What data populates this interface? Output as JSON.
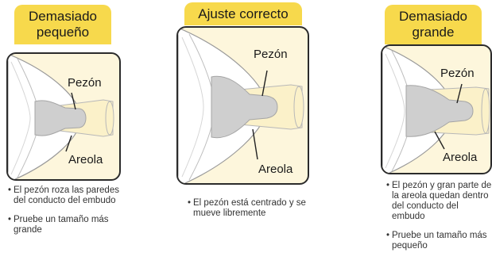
{
  "panels": [
    {
      "title_lines": [
        "Demasiado",
        "pequeño"
      ],
      "nipple_label": "Pezón",
      "areola_label": "Areola",
      "notes": [
        "El pezón roza las paredes del conducto del embudo",
        "Pruebe un tamaño más grande"
      ]
    },
    {
      "title_lines": [
        "Ajuste correcto"
      ],
      "nipple_label": "Pezón",
      "areola_label": "Areola",
      "notes": [
        "El pezón está centrado y se mueve libremente"
      ]
    },
    {
      "title_lines": [
        "Demasiado",
        "grande"
      ],
      "nipple_label": "Pezón",
      "areola_label": "Areola",
      "notes": [
        "El pezón y gran parte de la areola quedan dentro del conducto del embudo",
        "Pruebe un tamaño más pequeño"
      ]
    }
  ],
  "colors": {
    "header": "#f7d94c",
    "frame_bg": "#fdf6dc",
    "areola": "#cfcfcf"
  }
}
